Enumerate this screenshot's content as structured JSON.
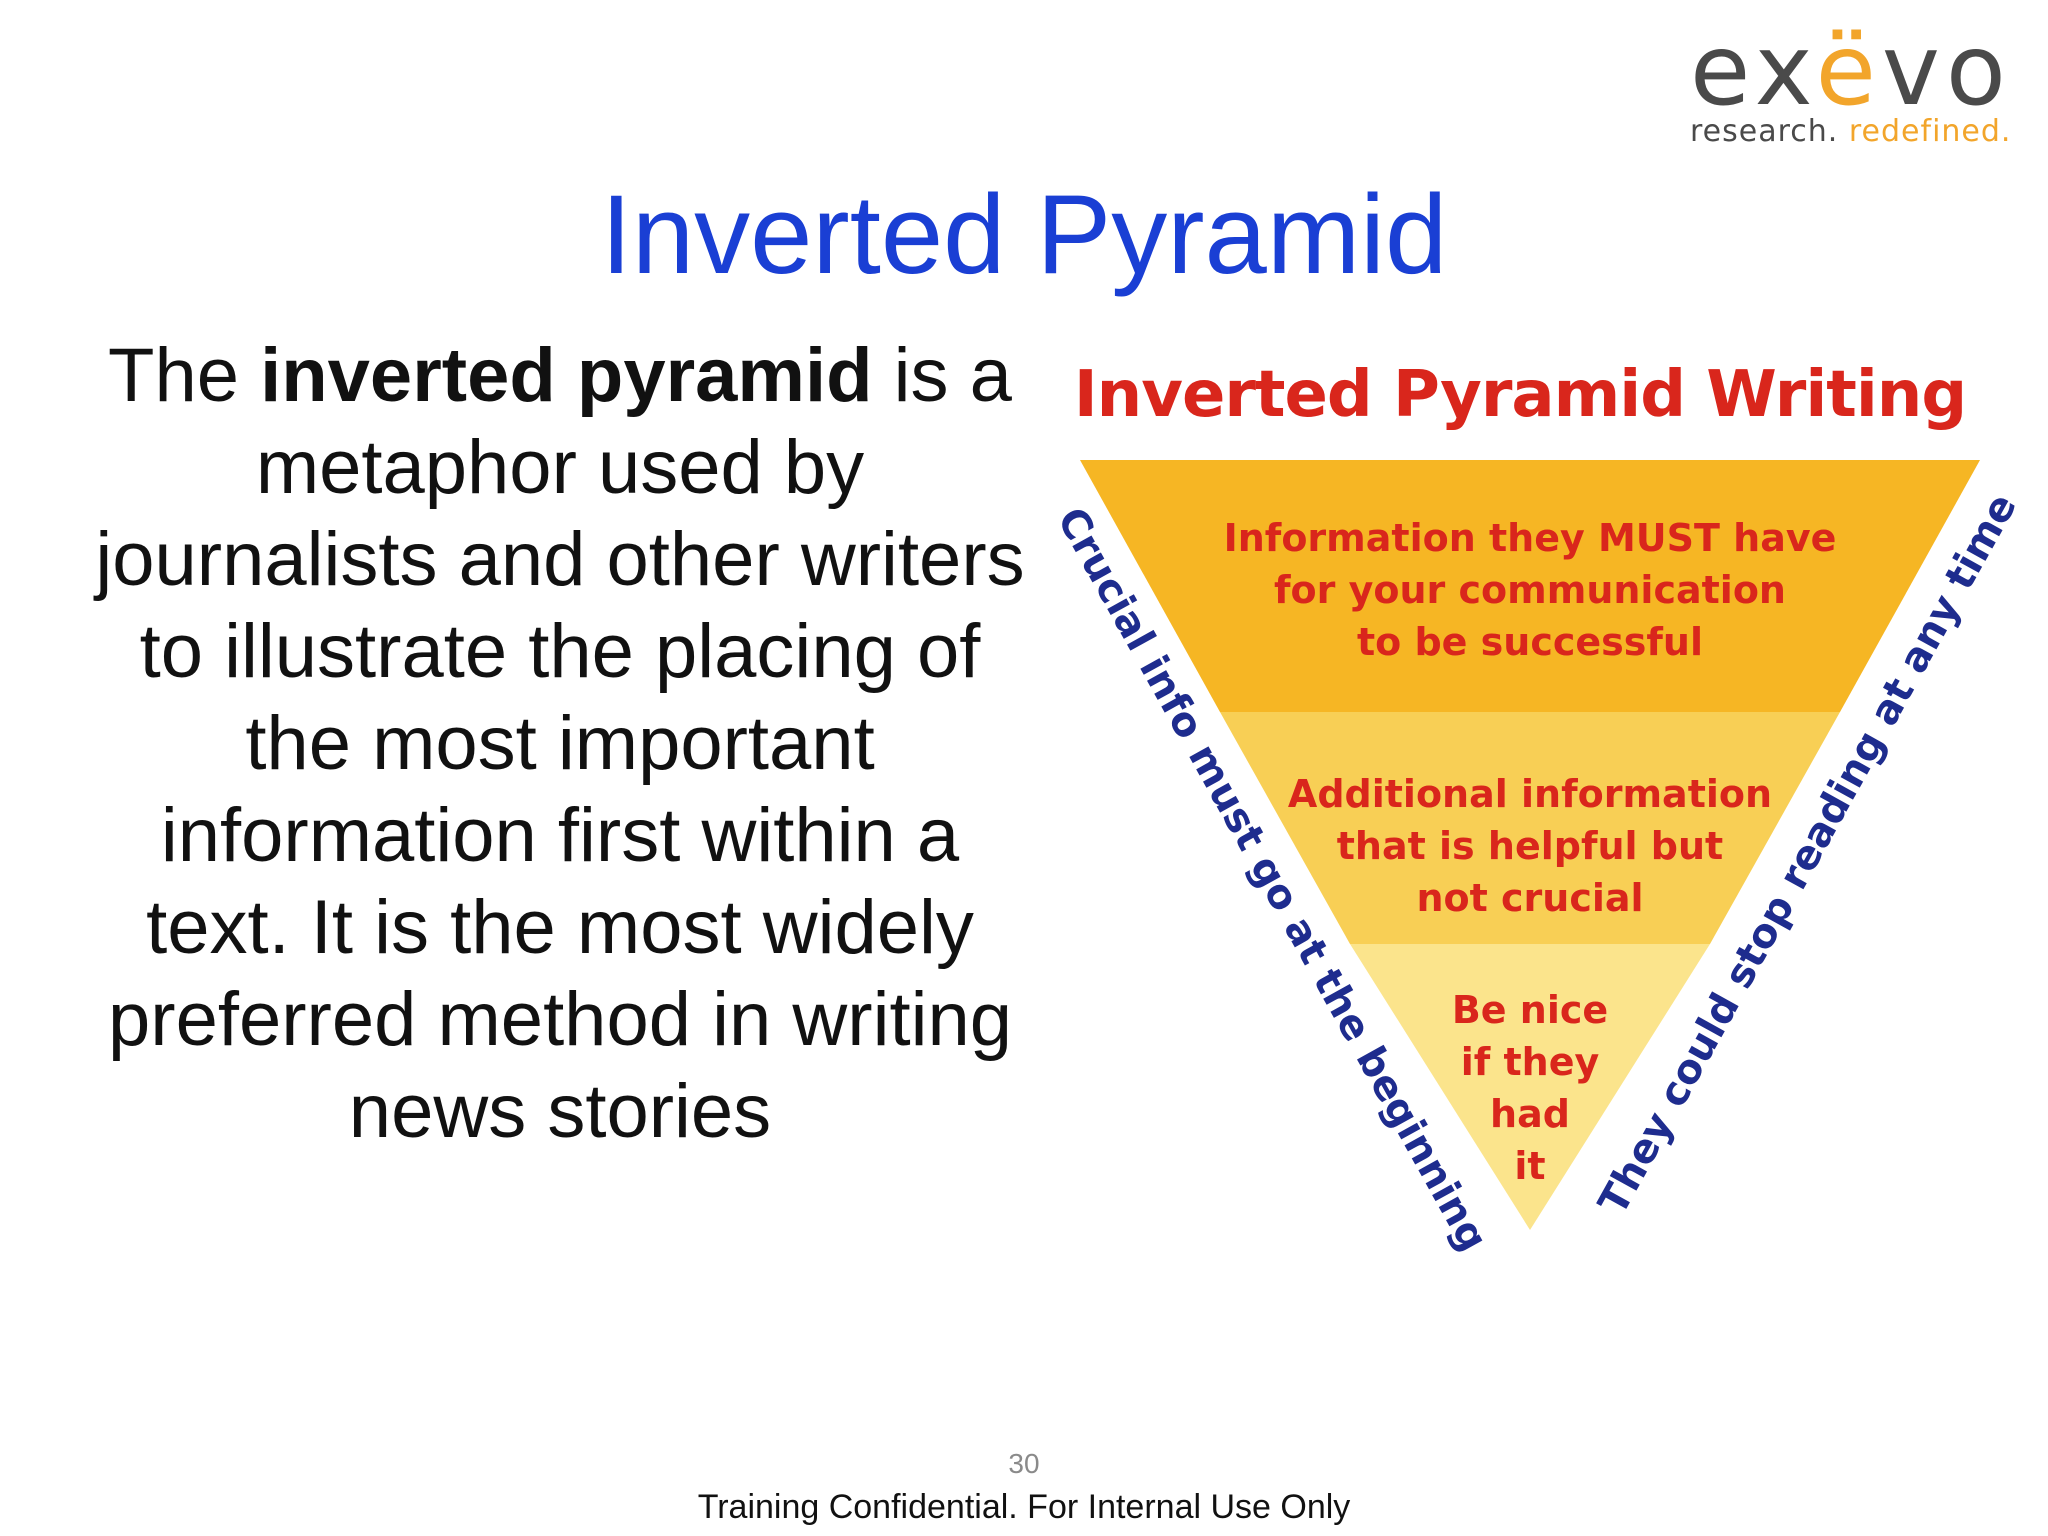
{
  "logo": {
    "word_prefix": "ex",
    "word_accent": "ë",
    "word_suffix": "vo",
    "tagline_main": "research.",
    "tagline_accent": "redefined.",
    "colors": {
      "text": "#4a4a4a",
      "accent": "#f2a52b"
    }
  },
  "title": "Inverted Pyramid",
  "body": {
    "lead": "The ",
    "bold": "inverted pyramid",
    "rest": " is a metaphor used by journalists and other writers to illustrate the placing of the most important information first within a text. It is the most widely preferred method in writing news stories"
  },
  "diagram": {
    "title": "Inverted Pyramid Writing",
    "tiers": [
      {
        "lines": [
          "Information they MUST have",
          "for your communication",
          "to be successful"
        ],
        "color": "#f6b624"
      },
      {
        "lines": [
          "Additional information",
          "that is helpful but",
          "not crucial"
        ],
        "color": "#f8cf55"
      },
      {
        "lines": [
          "Be nice",
          "if they",
          "had",
          "it"
        ],
        "color": "#fbe48c"
      }
    ],
    "left_side": "Crucial info must go at the beginning",
    "right_side": "They could stop reading at any time",
    "colors": {
      "title": "#d9261c",
      "tier_text": "#d9261c",
      "side_text": "#1e2c8e"
    }
  },
  "page_number": "30",
  "footer": "Training Confidential. For Internal Use Only"
}
